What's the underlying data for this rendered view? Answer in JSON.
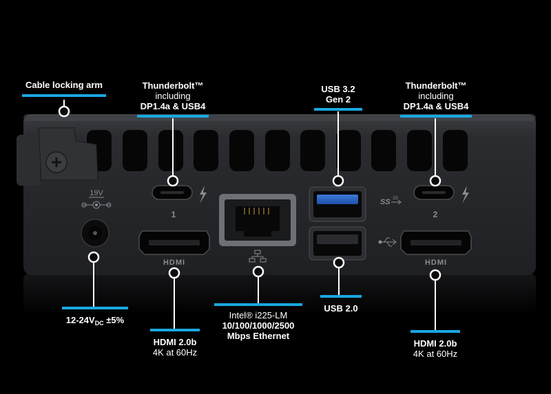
{
  "labels": {
    "cable_lock": {
      "text": "Cable locking arm"
    },
    "tb_left": {
      "line1": "Thunderbolt™",
      "line2": "including",
      "line3": "DP1.4a & USB4"
    },
    "usb32": {
      "line1": "USB 3.2",
      "line2": "Gen 2"
    },
    "tb_right": {
      "line1": "Thunderbolt™",
      "line2": "including",
      "line3": "DP1.4a & USB4"
    },
    "power": {
      "main": "12-24V",
      "sub": "DC",
      "tail": " ±5%"
    },
    "hdmi_left": {
      "line1": "HDMI 2.0b",
      "line2": "4K at 60Hz"
    },
    "ethernet": {
      "line1": "Intel® i225-LM",
      "line2": "10/100/1000/2500",
      "line3": "Mbps Ethernet"
    },
    "usb20": {
      "text": "USB 2.0"
    },
    "hdmi_right": {
      "line1": "HDMI 2.0b",
      "line2": "4K at 60Hz"
    }
  },
  "device": {
    "dc_voltage": "19V",
    "port_num_1": "1",
    "port_num_2": "2",
    "hdmi_logo_left": "HDMI",
    "hdmi_logo_right": "HDMI",
    "ss_mark": "SS",
    "ss_num": "10"
  },
  "colors": {
    "accent": "#1aa7e0",
    "chassis": "#26282b",
    "background": "#000000"
  }
}
